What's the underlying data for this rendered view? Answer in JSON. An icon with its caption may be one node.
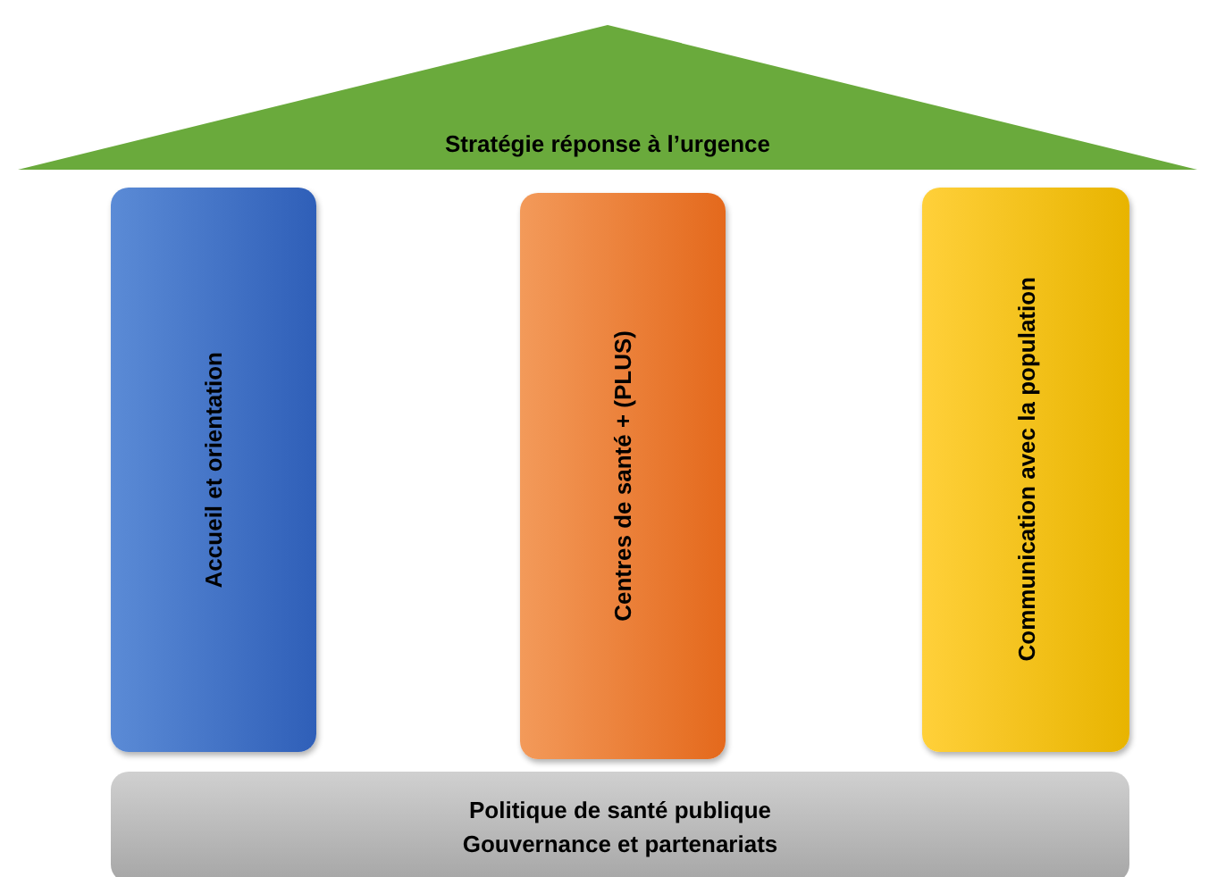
{
  "diagram": {
    "nodes": [
      {
        "text": [
          "Stratégie réponse à l’urgence"
        ]
      },
      {
        "text": [
          "Accueil et orientation"
        ]
      },
      {
        "text": [
          "Centres de santé + (PLUS)"
        ]
      },
      {
        "text": [
          "Communication avec la population"
        ]
      },
      {
        "text": [
          "Politique de santé publique",
          "Gouvernance et partenariats"
        ]
      }
    ]
  }
}
